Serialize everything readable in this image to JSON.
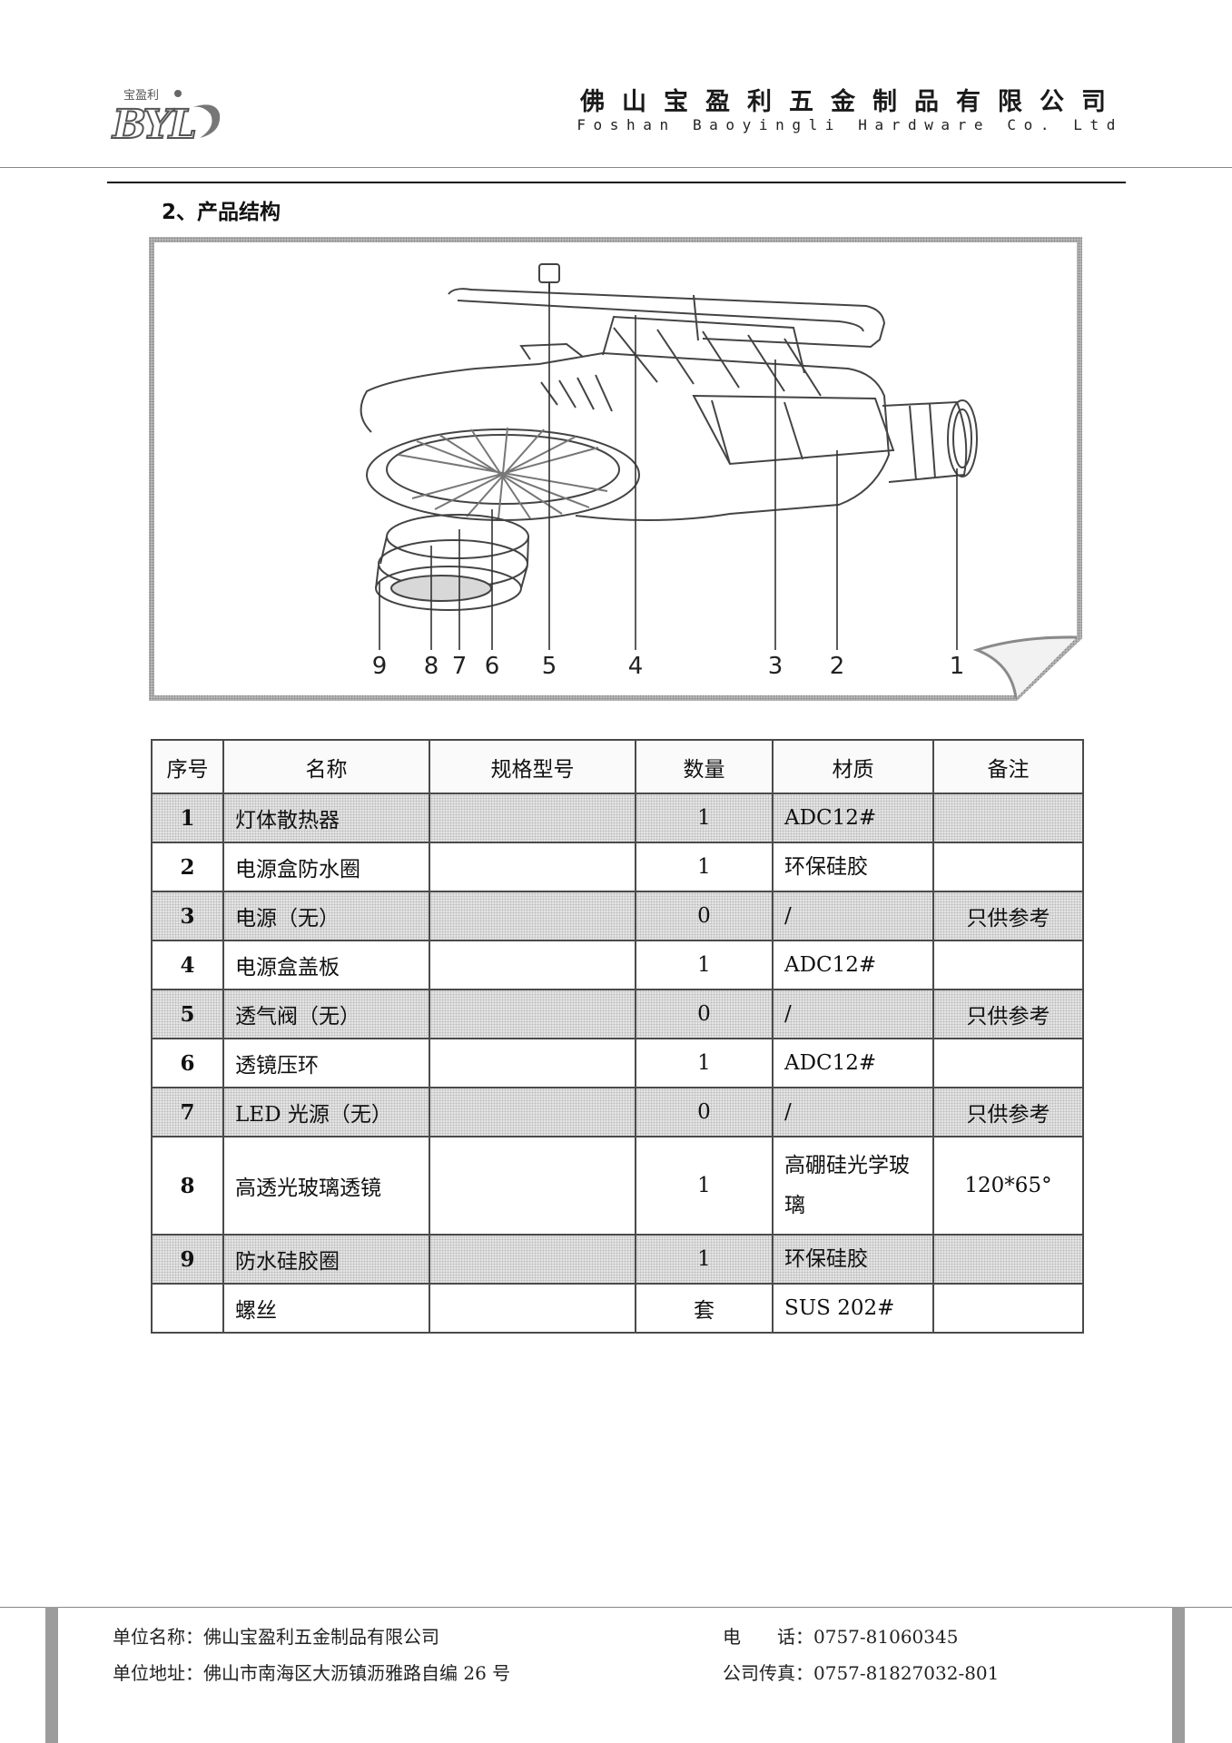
{
  "header": {
    "logo_text_top": "宝盈利",
    "logo_text_main": "BYL",
    "company_cn": "佛山宝盈利五金制品有限公司",
    "company_en": "Foshan Baoyingli Hardware Co. Ltd"
  },
  "section_title": "2、产品结构",
  "drawing": {
    "callouts": [
      "9",
      "8",
      "7",
      "6",
      "5",
      "4",
      "3",
      "2",
      "1"
    ]
  },
  "table": {
    "headers": [
      "序号",
      "名称",
      "规格型号",
      "数量",
      "材质",
      "备注"
    ],
    "rows": [
      {
        "no": "1",
        "name": "灯体散热器",
        "spec": "",
        "qty": "1",
        "material": "ADC12#",
        "note": ""
      },
      {
        "no": "2",
        "name": "电源盒防水圈",
        "spec": "",
        "qty": "1",
        "material": "环保硅胶",
        "note": ""
      },
      {
        "no": "3",
        "name": "电源（无）",
        "spec": "",
        "qty": "0",
        "material": "/",
        "note": "只供参考"
      },
      {
        "no": "4",
        "name": "电源盒盖板",
        "spec": "",
        "qty": "1",
        "material": "ADC12#",
        "note": ""
      },
      {
        "no": "5",
        "name": "透气阀（无）",
        "spec": "",
        "qty": "0",
        "material": "/",
        "note": "只供参考"
      },
      {
        "no": "6",
        "name": "透镜压环",
        "spec": "",
        "qty": "1",
        "material": "ADC12#",
        "note": ""
      },
      {
        "no": "7",
        "name": "LED 光源（无）",
        "spec": "",
        "qty": "0",
        "material": "/",
        "note": "只供参考"
      },
      {
        "no": "8",
        "name": "高透光玻璃透镜",
        "spec": "",
        "qty": "1",
        "material": "高硼硅光学玻璃",
        "note": "120*65°"
      },
      {
        "no": "9",
        "name": "防水硅胶圈",
        "spec": "",
        "qty": "1",
        "material": "环保硅胶",
        "note": ""
      },
      {
        "no": "",
        "name": "螺丝",
        "spec": "",
        "qty": "套",
        "material": "SUS 202#",
        "note": ""
      }
    ]
  },
  "footer": {
    "unit_name": "单位名称：佛山宝盈利五金制品有限公司",
    "unit_address": "单位地址：佛山市南海区大沥镇沥雅路自编 26 号",
    "phone": "电　　话：0757-81060345",
    "fax": "公司传真：0757-81827032-801"
  },
  "colors": {
    "ink": "#111111",
    "table_border": "#4a4a4a",
    "row_shade": "#e4e4e4",
    "frame": "#8a8a8a"
  }
}
